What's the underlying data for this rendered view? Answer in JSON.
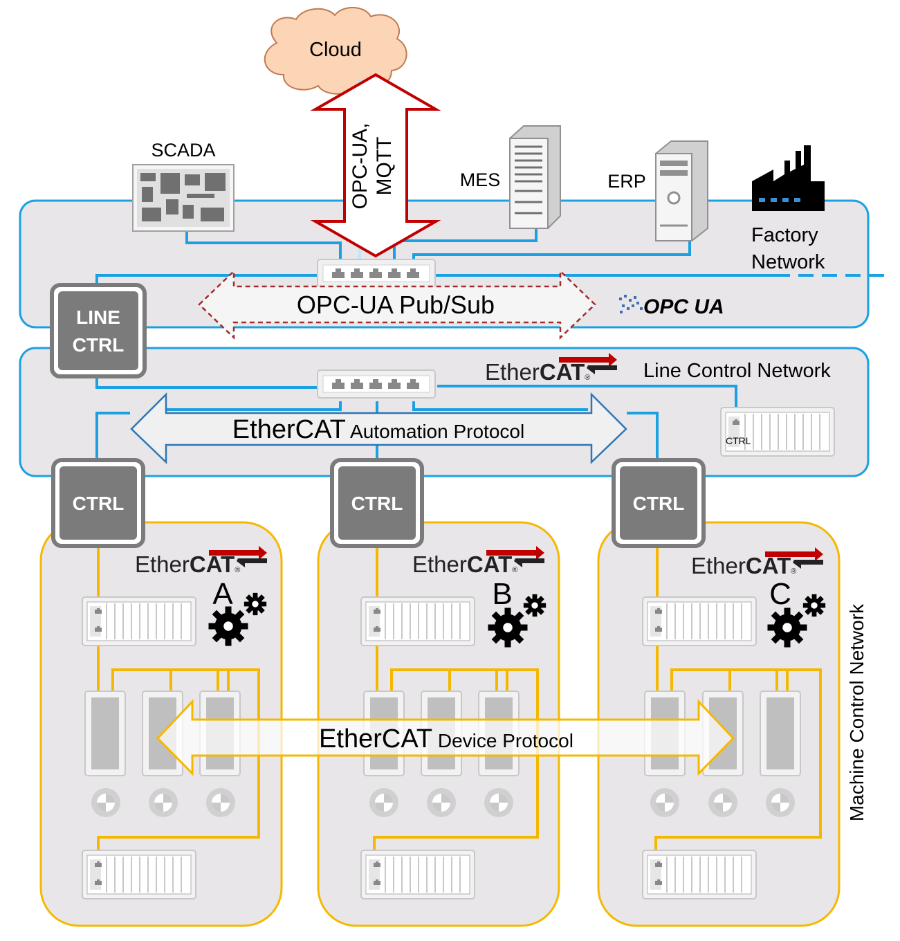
{
  "cloud": {
    "label": "Cloud"
  },
  "opcua_mqtt": {
    "line1": "OPC-UA,",
    "line2": "MQTT"
  },
  "scada": {
    "label": "SCADA"
  },
  "mes": {
    "label": "MES"
  },
  "erp": {
    "label": "ERP"
  },
  "factory": {
    "line1": "Factory",
    "line2": "Network"
  },
  "pubsub": {
    "label": "OPC-UA Pub/Sub"
  },
  "opcua_logo": {
    "label": "OPC UA"
  },
  "line_ctrl": {
    "line1": "LINE",
    "line2": "CTRL"
  },
  "ethercat_logo": {
    "ether": "Ether",
    "cat": "CAT",
    "reg": "®"
  },
  "line_control_network": {
    "label": "Line Control Network"
  },
  "automation_protocol": {
    "big": "EtherCAT",
    "small": " Automation Protocol"
  },
  "small_ctrl": {
    "label": "CTRL"
  },
  "ctrl": {
    "label": "CTRL"
  },
  "machines": [
    {
      "letter": "A"
    },
    {
      "letter": "B"
    },
    {
      "letter": "C"
    }
  ],
  "device_protocol": {
    "big": "EtherCAT",
    "small": " Device Protocol"
  },
  "machine_control_network": {
    "label": "Machine Control Network"
  },
  "colors": {
    "blue": "#1ba1e2",
    "yellow": "#f5b800",
    "red": "#c00000",
    "dark_red": "#a52a2a",
    "arrow_blue": "#2e75b6",
    "gray_panel": "#e8e6e8",
    "ctrl_dark": "#7b7b7b"
  }
}
